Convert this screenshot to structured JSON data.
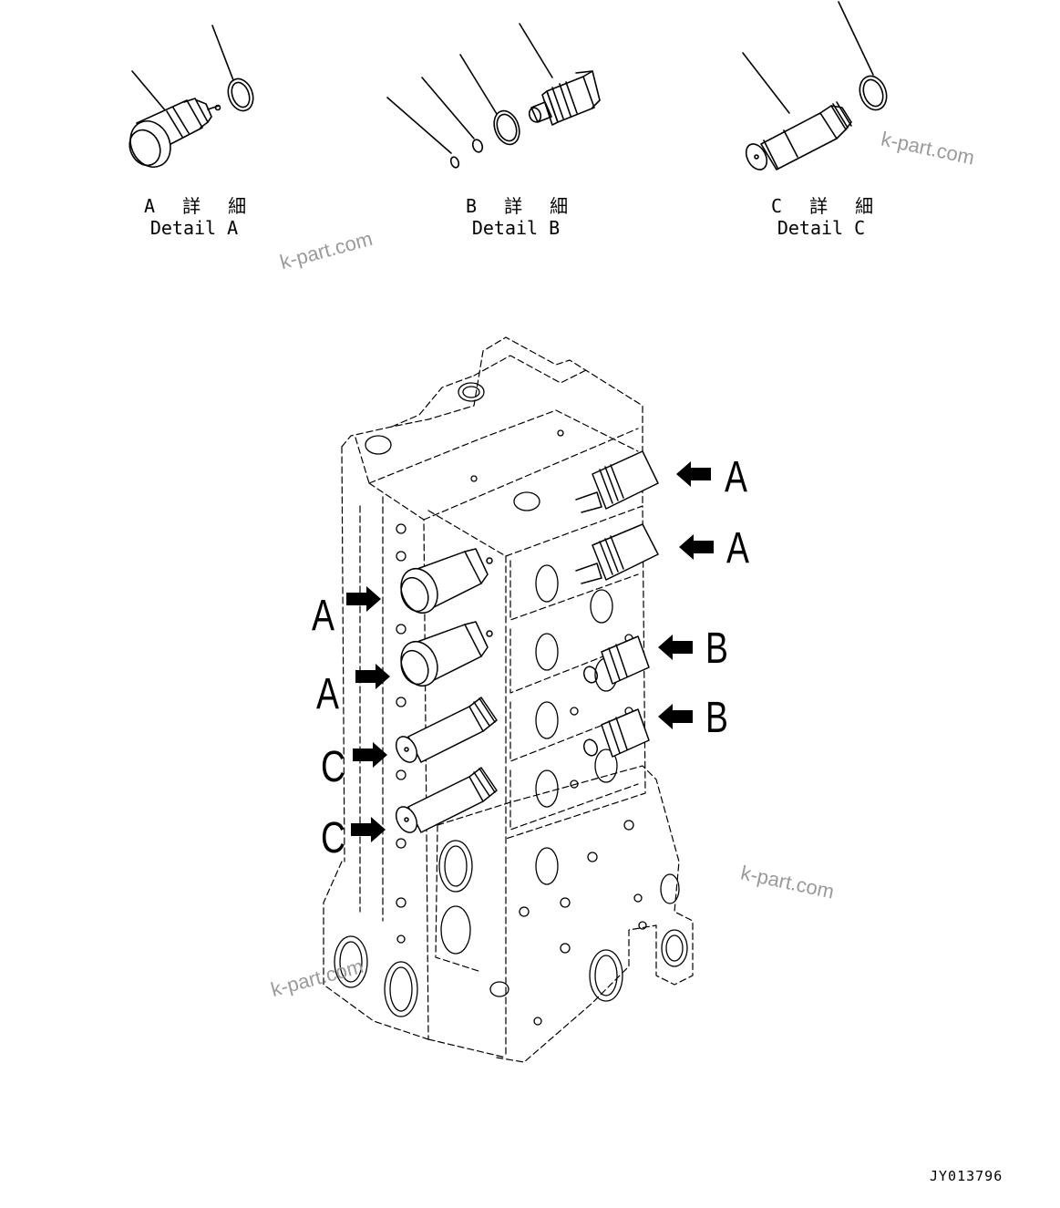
{
  "details": [
    {
      "jp": "A 詳 細",
      "en": "Detail A"
    },
    {
      "jp": "B 詳 細",
      "en": "Detail B"
    },
    {
      "jp": "C 詳 細",
      "en": "Detail C"
    }
  ],
  "callouts": {
    "right": [
      "A",
      "A",
      "B",
      "B"
    ],
    "left": [
      "A",
      "A",
      "C",
      "C"
    ]
  },
  "watermark": "k-part.com",
  "drawing_code": "JY013796"
}
